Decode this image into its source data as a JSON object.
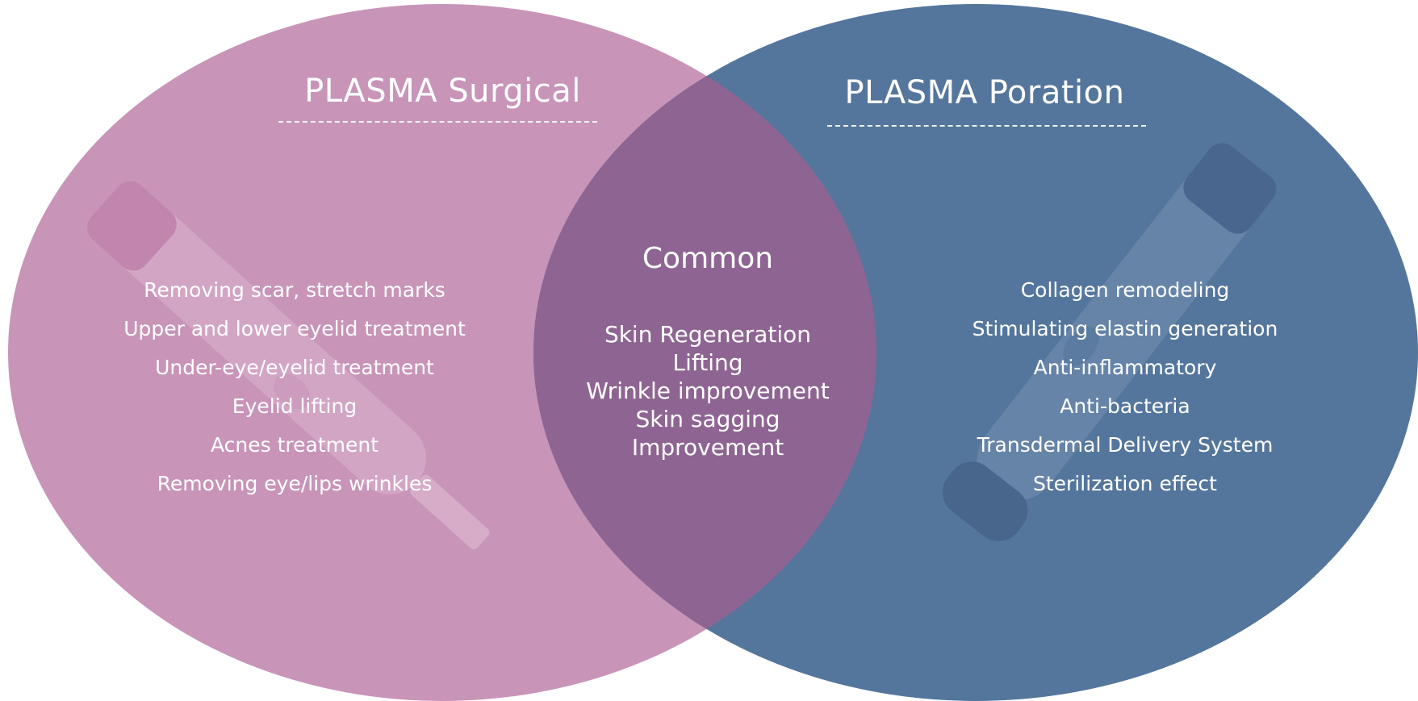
{
  "colors": {
    "left_circle": "#c894b8",
    "right_circle": "#55769c",
    "overlap": "#8e6592",
    "text": "#ffffff"
  },
  "left": {
    "title": "PLASMA Surgical",
    "items": [
      "Removing scar, stretch marks",
      "Upper and lower eyelid treatment",
      "Under-eye/eyelid treatment",
      "Eyelid lifting",
      "Acnes treatment",
      "Removing eye/lips wrinkles"
    ]
  },
  "common": {
    "title": "Common",
    "items": [
      "Skin Regeneration",
      "Lifting",
      "Wrinkle improvement",
      "Skin sagging",
      "Improvement"
    ]
  },
  "right": {
    "title": "PLASMA Poration",
    "items": [
      "Collagen remodeling",
      "Stimulating elastin generation",
      "Anti-inflammatory",
      "Anti-bacteria",
      "Transdermal Delivery System",
      "Sterilization effect"
    ]
  }
}
